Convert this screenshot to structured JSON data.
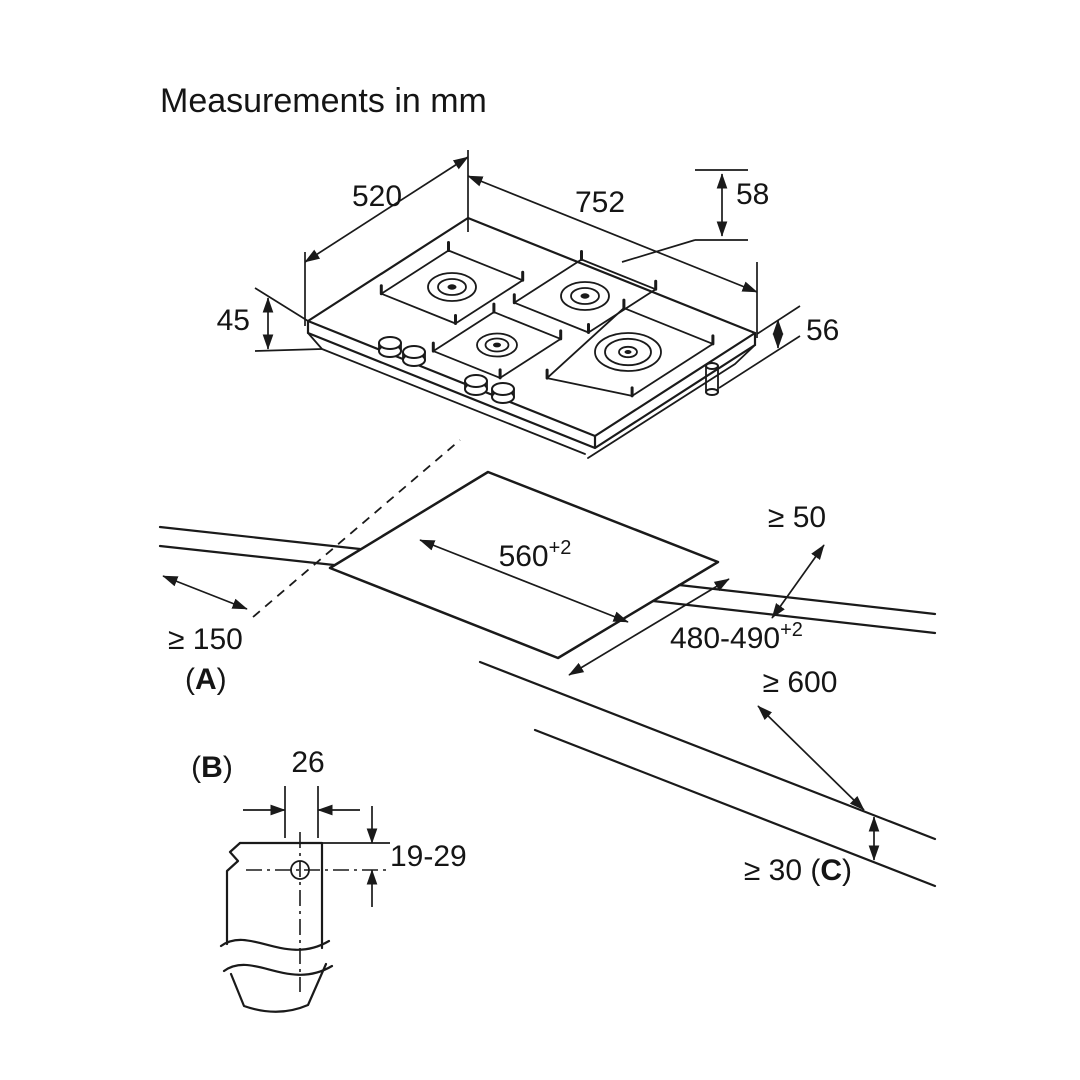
{
  "title": "Measurements in mm",
  "hob": {
    "width": "752",
    "depth": "520",
    "support_height": "58",
    "install_height": "56",
    "front_height": "45"
  },
  "cutout": {
    "width": "560",
    "width_tol": "+2",
    "depth": "480-490",
    "depth_tol": "+2"
  },
  "clearance": {
    "rear": "≥ 50",
    "side": "≥ 150",
    "side_ref_open": "(",
    "side_ref_letter": "A",
    "side_ref_close": ")",
    "front": "≥ 600",
    "bottom_prefix": "≥ 30 (",
    "bottom_letter": "C",
    "bottom_close": ")"
  },
  "detail": {
    "ref_open": "(",
    "ref_letter": "B",
    "ref_close": ")",
    "hole_offset": "26",
    "hole_position": "19-29"
  },
  "colors": {
    "line": "#1a1a1a",
    "background": "#ffffff"
  }
}
